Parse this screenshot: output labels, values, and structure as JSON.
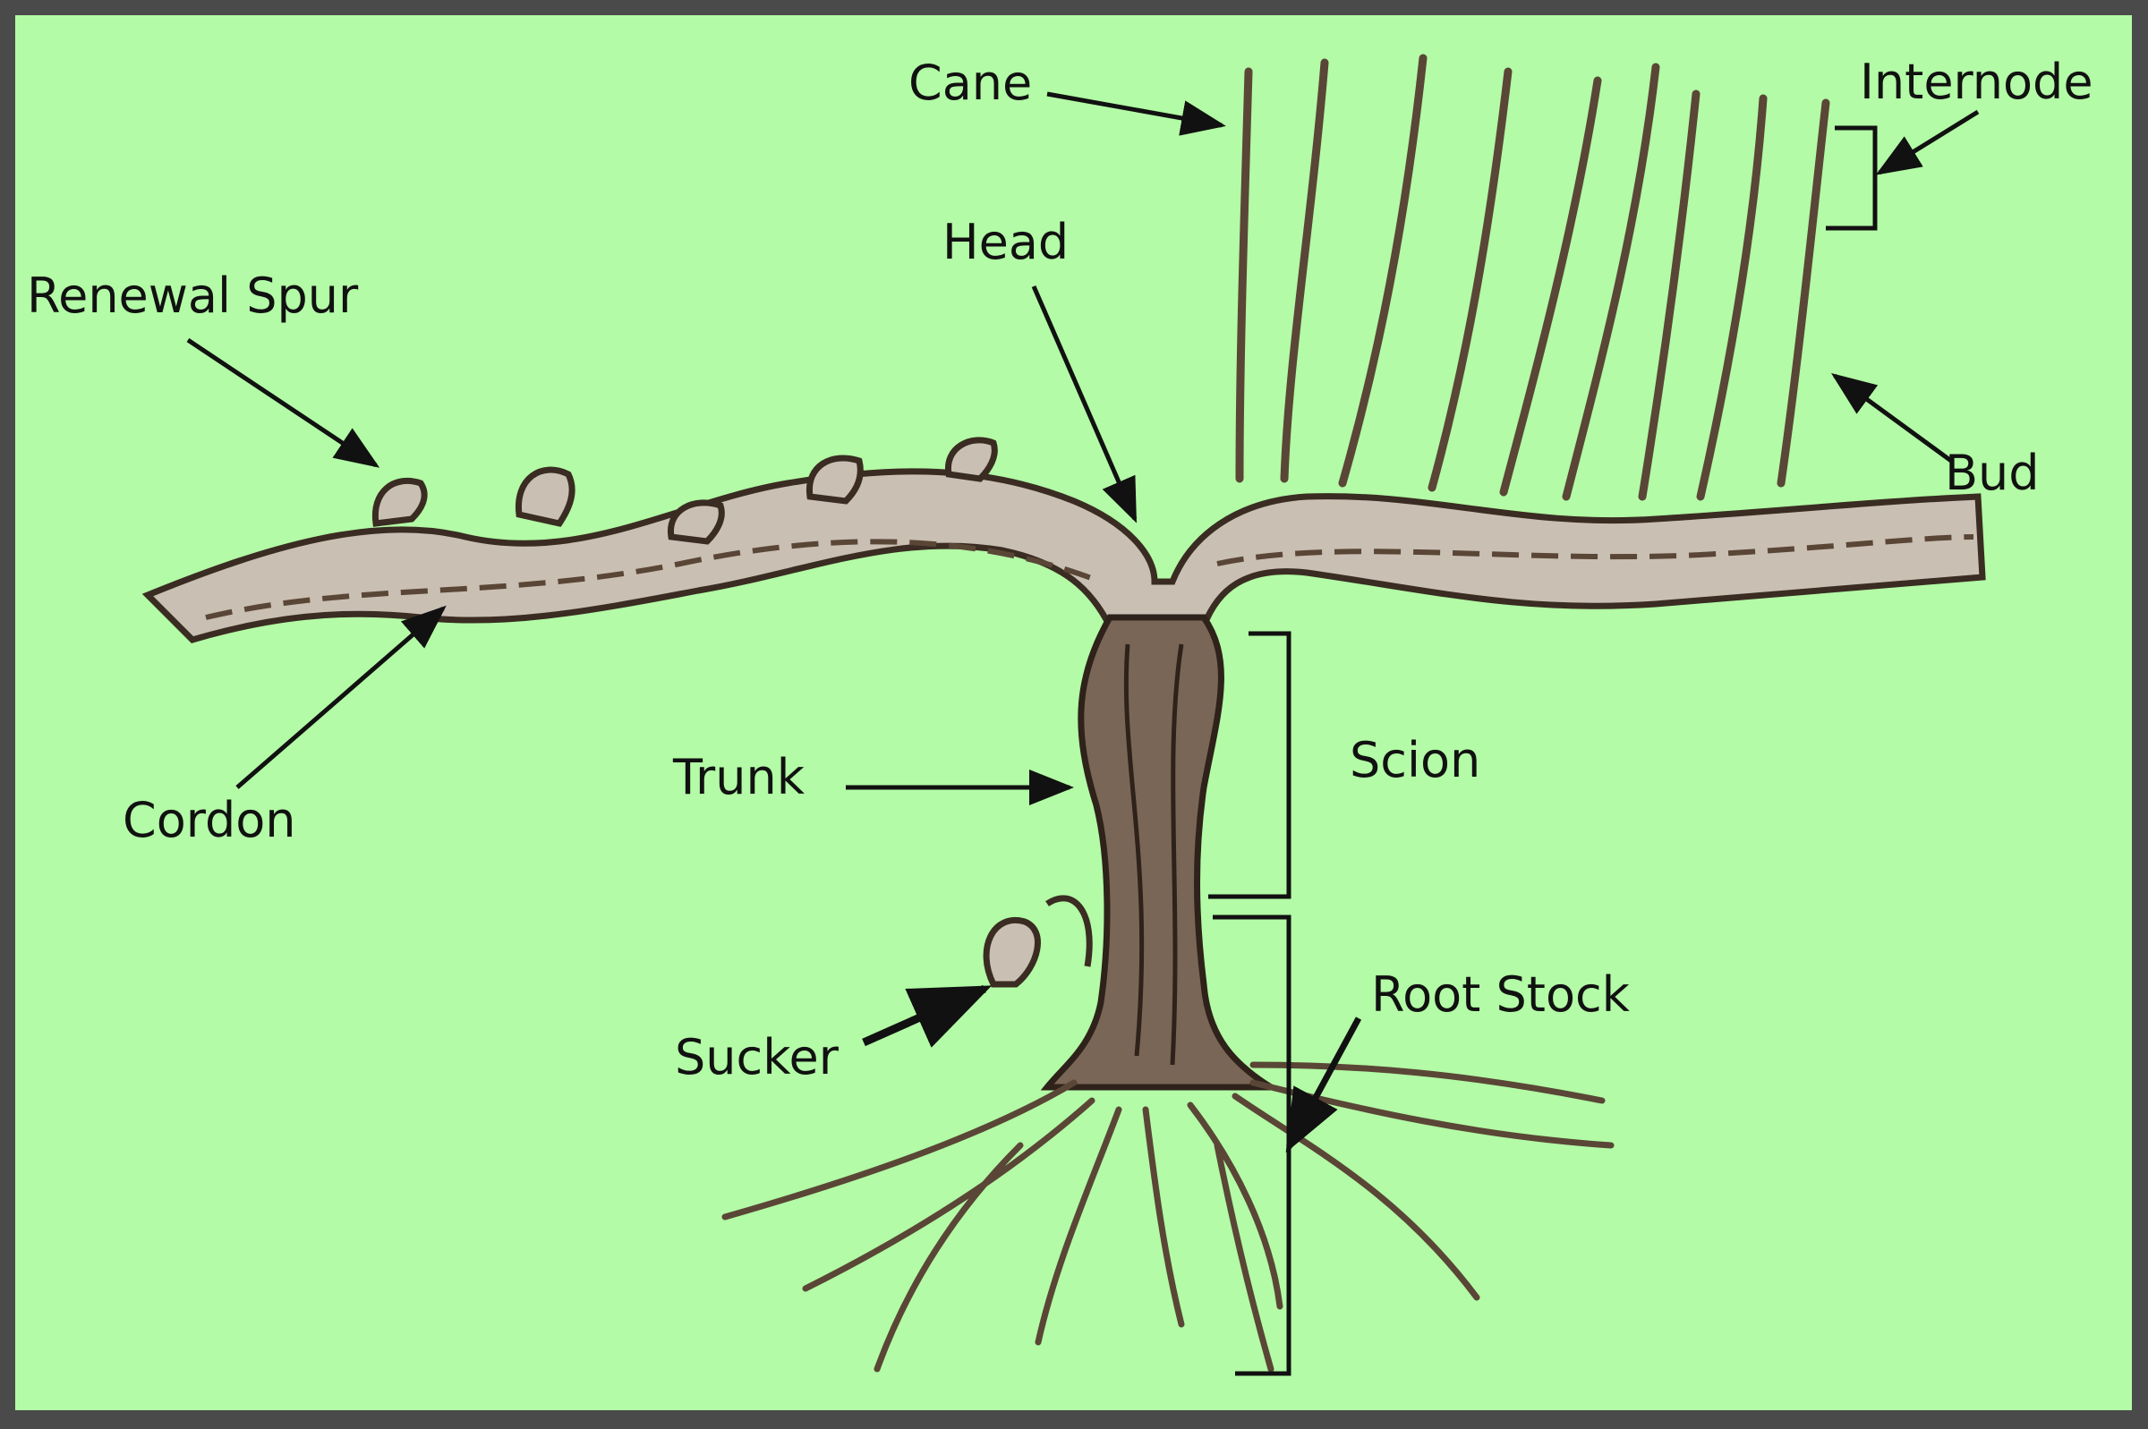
{
  "labels": {
    "cane": "Cane",
    "internode": "Internode",
    "head": "Head",
    "renewal_spur": "Renewal Spur",
    "bud": "Bud",
    "cordon": "Cordon",
    "trunk": "Trunk",
    "scion": "Scion",
    "sucker": "Sucker",
    "root_stock": "Root Stock"
  },
  "colors": {
    "background": "#b3fba6",
    "border": "#4a4a4a",
    "wood": "#5a4636",
    "wood_light": "#8c7a6a",
    "label": "#111111"
  }
}
